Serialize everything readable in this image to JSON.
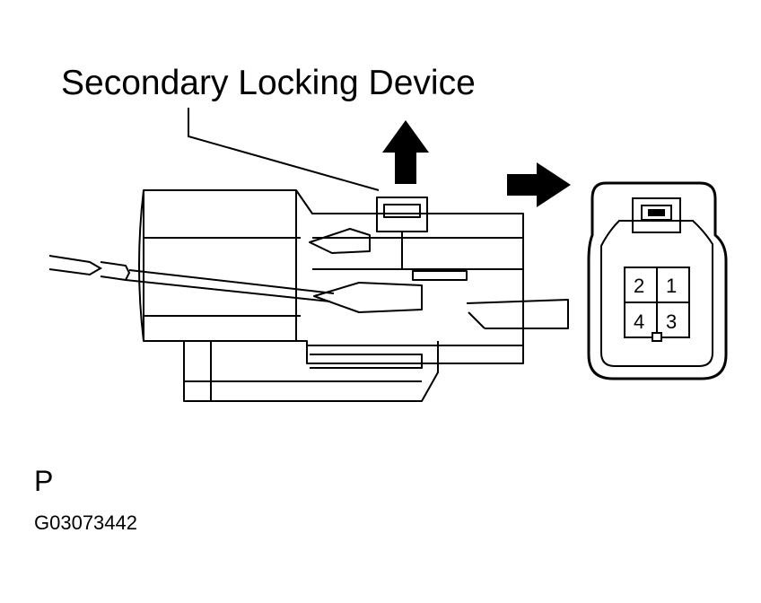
{
  "callout": {
    "label": "Secondary Locking Device"
  },
  "connector_face": {
    "pins": [
      "2",
      "1",
      "4",
      "3"
    ]
  },
  "view_letter": "P",
  "figure_code": "G03073442"
}
